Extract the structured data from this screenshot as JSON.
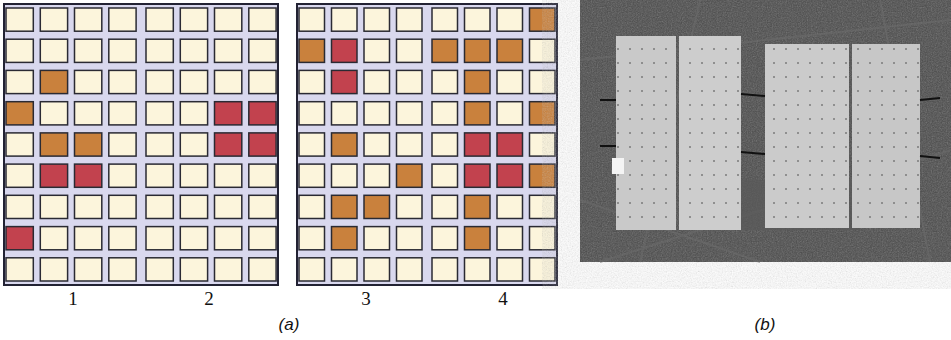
{
  "diagram": {
    "labels": [
      "1",
      "2",
      "3",
      "4",
      "(a)",
      "(b)"
    ]
  }
}
